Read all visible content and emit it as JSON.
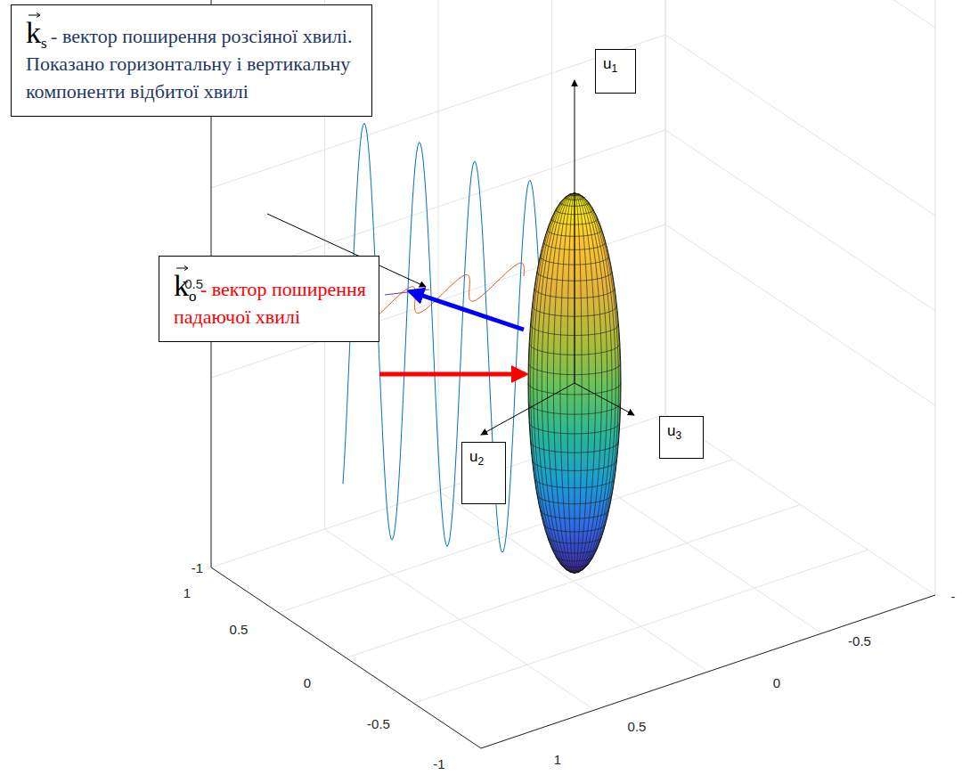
{
  "diagram": {
    "nodes": [
      {
        "text": [
          "k",
          "s",
          "- вектор поширення розсіяної хвилі. Показано горизонтальну і вертикальну компоненти відбитої хвилі"
        ]
      },
      {
        "text": [
          "u",
          "1"
        ]
      },
      {
        "text": [
          "k",
          "o",
          "- вектор поширення падаючої хвилі"
        ]
      },
      {
        "text": [
          "u",
          "2"
        ]
      },
      {
        "text": [
          "u",
          "3"
        ]
      }
    ],
    "labels": [
      "0.5",
      "-1",
      "1",
      "0.5",
      "0",
      "-0.5",
      "-1",
      "1",
      "0.5",
      "0",
      "-0.5",
      "-"
    ]
  }
}
